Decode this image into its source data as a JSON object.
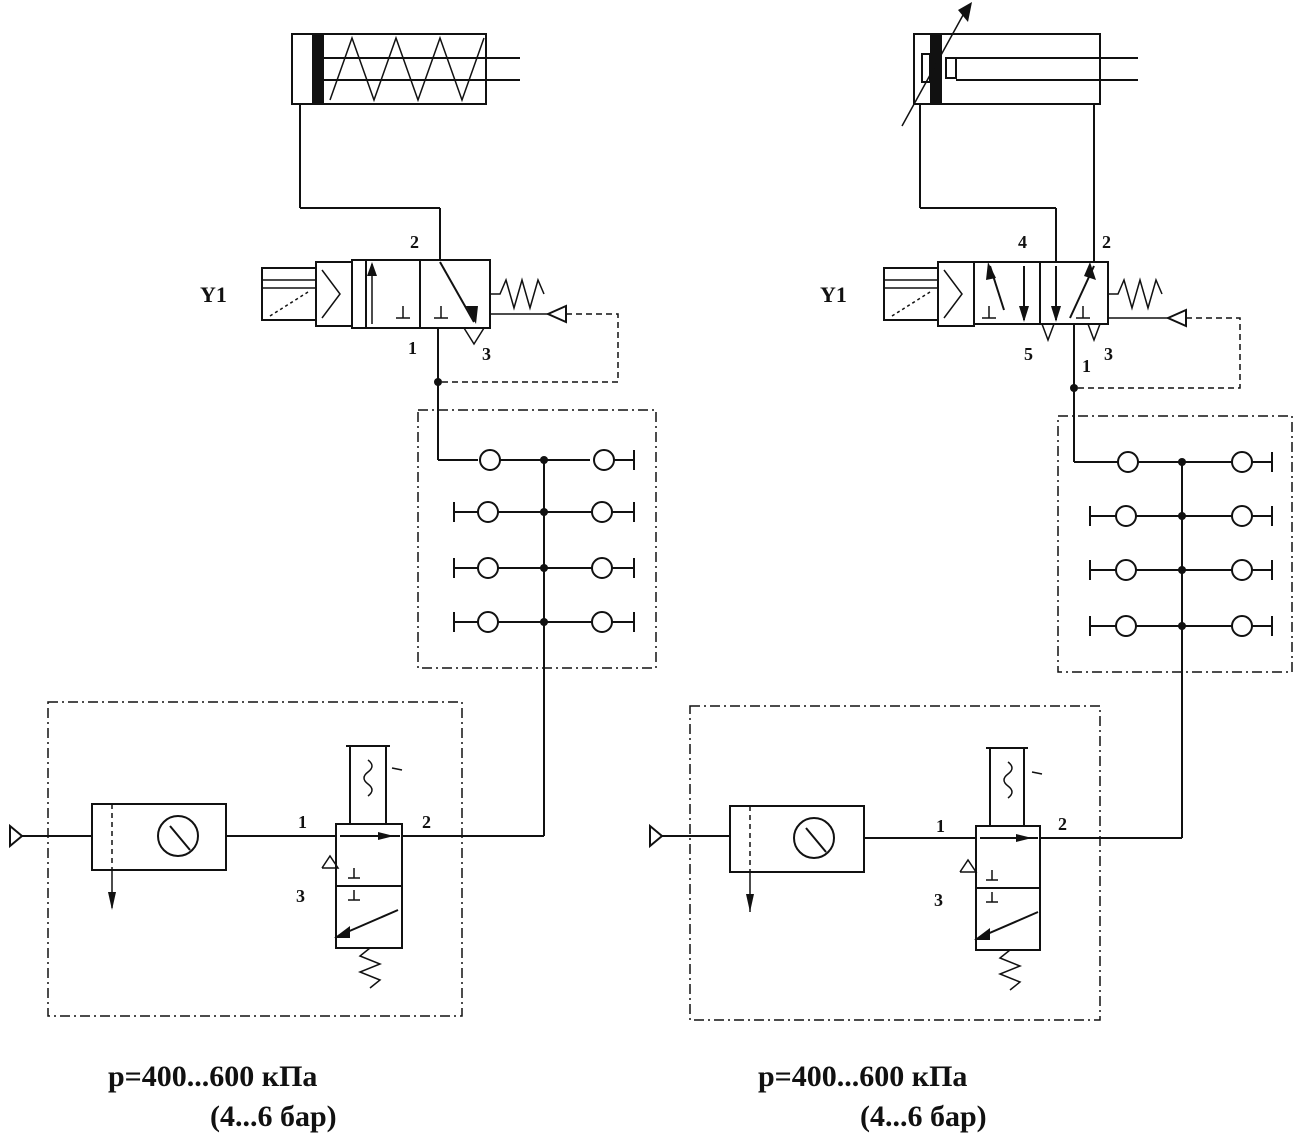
{
  "left": {
    "solenoid_label": "Y1",
    "ports": {
      "p1": "1",
      "p2": "2",
      "p3": "3"
    },
    "service_ports": {
      "p1": "1",
      "p2": "2",
      "p3": "3"
    },
    "pressure": "p=400...600 кПа",
    "pressure_bar": "(4...6 бар)"
  },
  "right": {
    "solenoid_label": "Y1",
    "ports": {
      "p1": "1",
      "p2": "2",
      "p3": "3",
      "p4": "4",
      "p5": "5"
    },
    "service_ports": {
      "p1": "1",
      "p2": "2",
      "p3": "3"
    },
    "pressure": "p=400...600 кПа",
    "pressure_bar": "(4...6 бар)"
  }
}
